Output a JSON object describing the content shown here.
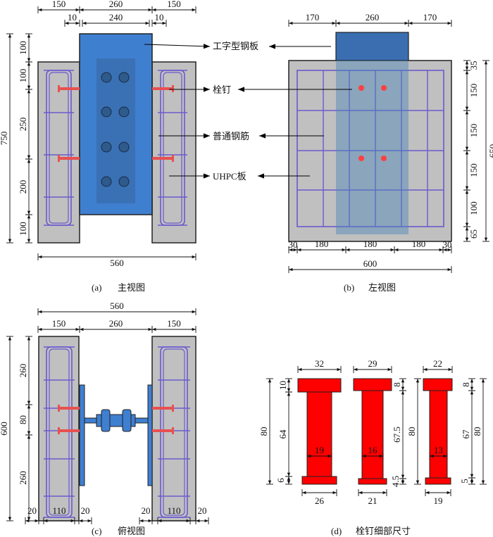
{
  "labels": {
    "steel_plate": "工字型钢板",
    "stud": "栓钉",
    "rebar": "普通钢筋",
    "uhpc": "UHPC板"
  },
  "captions": {
    "a_tag": "(a)",
    "a_title": "主视图",
    "b_tag": "(b)",
    "b_title": "左视图",
    "c_tag": "(c)",
    "c_title": "俯视图",
    "d_tag": "(d)",
    "d_title": "栓钉细部尺寸"
  },
  "dims": {
    "a": [
      "150",
      "260",
      "150",
      "10",
      "240",
      "10",
      "750",
      "100",
      "100",
      "250",
      "200",
      "100",
      "560"
    ],
    "b": [
      "170",
      "260",
      "170",
      "35",
      "150",
      "150",
      "150",
      "100",
      "65",
      "650",
      "30",
      "180",
      "180",
      "180",
      "30",
      "600"
    ],
    "c": [
      "560",
      "150",
      "260",
      "150",
      "600",
      "260",
      "80",
      "260",
      "20",
      "110",
      "20",
      "20",
      "110",
      "20"
    ],
    "d": [
      "32",
      "29",
      "22",
      "10",
      "64",
      "6",
      "80",
      "8",
      "67.5",
      "4.5",
      "80",
      "8",
      "67",
      "5",
      "80",
      "19",
      "16",
      "13",
      "26",
      "21",
      "19"
    ]
  },
  "colors": {
    "concrete": "#c0c0c0",
    "steel": "#3f7fd0",
    "rebar": "#6a5acd",
    "stud": "#ff0000"
  }
}
